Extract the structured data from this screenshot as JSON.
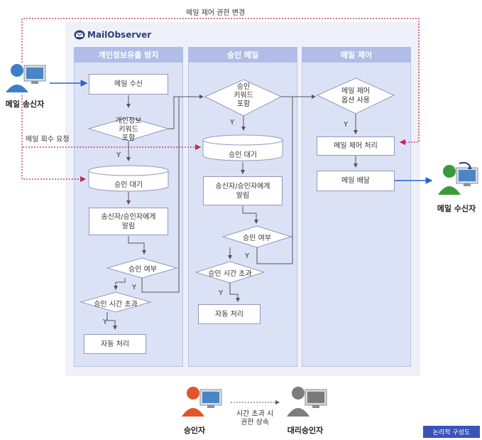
{
  "diagram": {
    "top_arrow_label": "메일 제어 권한 변경",
    "recall_label": "메일 회수 요청",
    "logo_text": "MailObserver",
    "lanes": {
      "privacy": "개인정보유출 방지",
      "approval": "승인 메일",
      "control": "메일 제어"
    },
    "actors": {
      "sender": "메일 송신자",
      "receiver": "메일 수신자",
      "approver": "승인자",
      "deputy": "대리승인자"
    },
    "privacy_nodes": {
      "receive": "메일 수신",
      "keyword": [
        "개인정보",
        "키워드",
        "포함"
      ],
      "wait": "승인 대기",
      "notify": [
        "송신자/승인자에게",
        "알림"
      ],
      "approved": "승인 여부",
      "timeout": "승인 시간 초과",
      "auto": "자동 처리"
    },
    "approval_nodes": {
      "keyword": [
        "승인",
        "키워드",
        "포함"
      ],
      "wait": "승인 대기",
      "notify": [
        "송신자/승인자에게",
        "알림"
      ],
      "approved": "승인 여부",
      "timeout": "승인 시간 초과",
      "auto": "자동 처리"
    },
    "control_nodes": {
      "option": [
        "메일 제어",
        "옵션 사용"
      ],
      "process": "메일 제어 처리",
      "deliver": "메일 배달"
    },
    "y_label": "Y",
    "delegation": [
      "시간 초과 시",
      "권한 상속"
    ],
    "legend": "논리적 구성도"
  },
  "colors": {
    "accent_arrow": "#2e5fd0",
    "dotted_red": "#c4245a",
    "lane_title": "#b1bde6",
    "badge": "#3a53b8"
  }
}
